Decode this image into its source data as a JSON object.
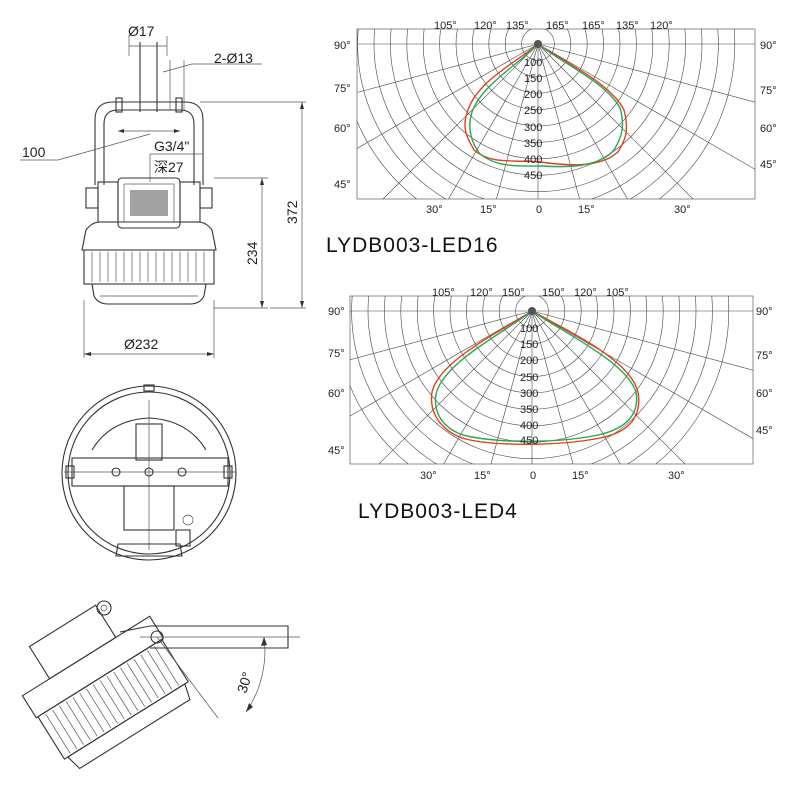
{
  "dimensions": {
    "top_diameter": "Ø17",
    "bolt_diameter": "2-Ø13",
    "bracket_width": "100",
    "thread": "G3/4\"",
    "thread_depth": "深27",
    "body_height": "234",
    "total_height": "372",
    "body_diameter": "Ø232",
    "tilt_angle": "30°"
  },
  "photometric_charts": [
    {
      "title": "LYDB003-LED16",
      "top_angles": [
        "105°",
        "120°",
        "135°",
        "165°",
        "165°",
        "135°",
        "120°"
      ],
      "left_angles": [
        "90°",
        "75°",
        "60°",
        "45°"
      ],
      "right_angles": [
        "90°",
        "75°",
        "60°",
        "45°"
      ],
      "bottom_angles": [
        "30°",
        "15°",
        "0",
        "15°",
        "30°"
      ],
      "radial_values": [
        "100",
        "150",
        "200",
        "250",
        "300",
        "350",
        "400",
        "450"
      ],
      "curve_colors": [
        "#e0401c",
        "#2aa552"
      ]
    },
    {
      "title": "LYDB003-LED4",
      "top_angles": [
        "105°",
        "120°",
        "150°",
        "150°",
        "120°",
        "105°"
      ],
      "left_angles": [
        "90°",
        "75°",
        "60°",
        "45°"
      ],
      "right_angles": [
        "90°",
        "75°",
        "60°",
        "45°"
      ],
      "bottom_angles": [
        "30°",
        "15°",
        "0",
        "15°",
        "30°"
      ],
      "radial_values": [
        "100",
        "150",
        "200",
        "250",
        "300",
        "350",
        "400",
        "450"
      ],
      "curve_colors": [
        "#e0401c",
        "#2aa552"
      ]
    }
  ]
}
